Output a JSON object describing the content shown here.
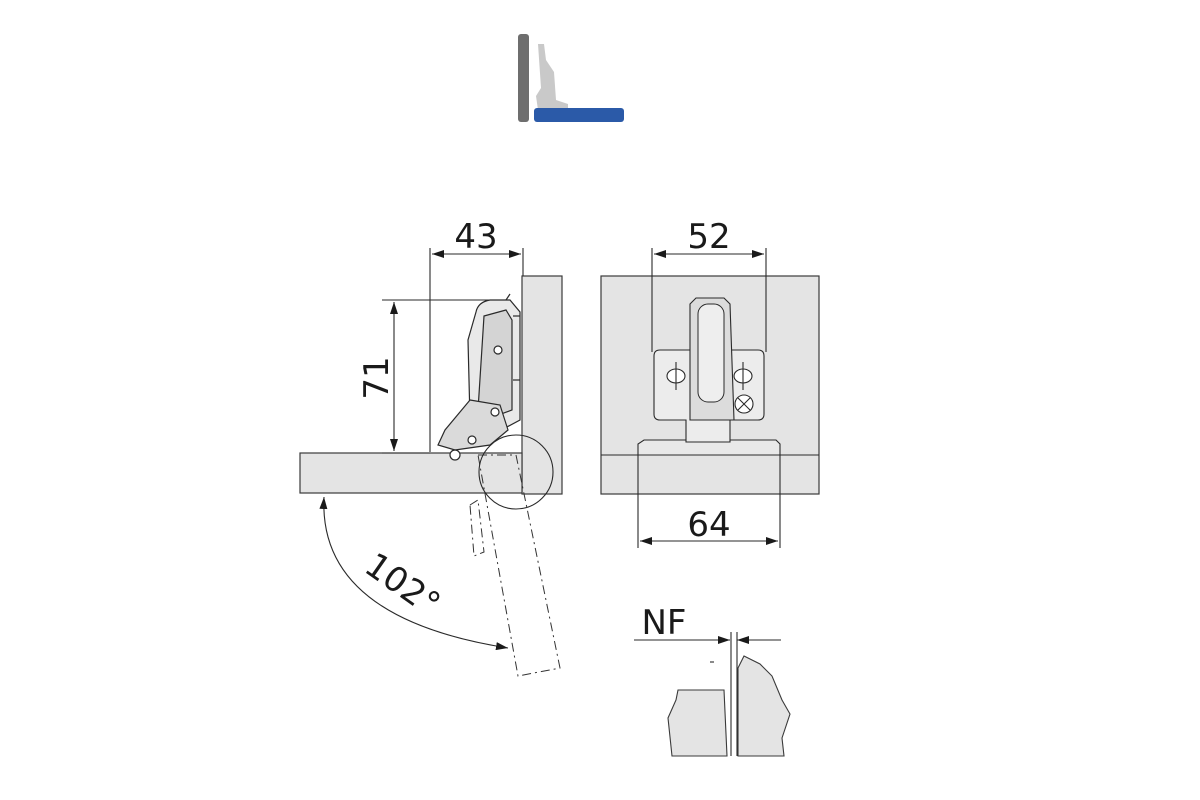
{
  "dimensions": {
    "width_43": "43",
    "height_71": "71",
    "width_52": "52",
    "width_64": "64",
    "angle": "102°",
    "nf": "NF"
  },
  "colors": {
    "panel_fill": "#e4e4e4",
    "panel_stroke": "#3a3a3a",
    "hinge_fill": "#bdbdbd",
    "icon_blue": "#2b5aa8",
    "icon_gray": "#6e6e6e",
    "icon_light": "#c9c9c9"
  }
}
